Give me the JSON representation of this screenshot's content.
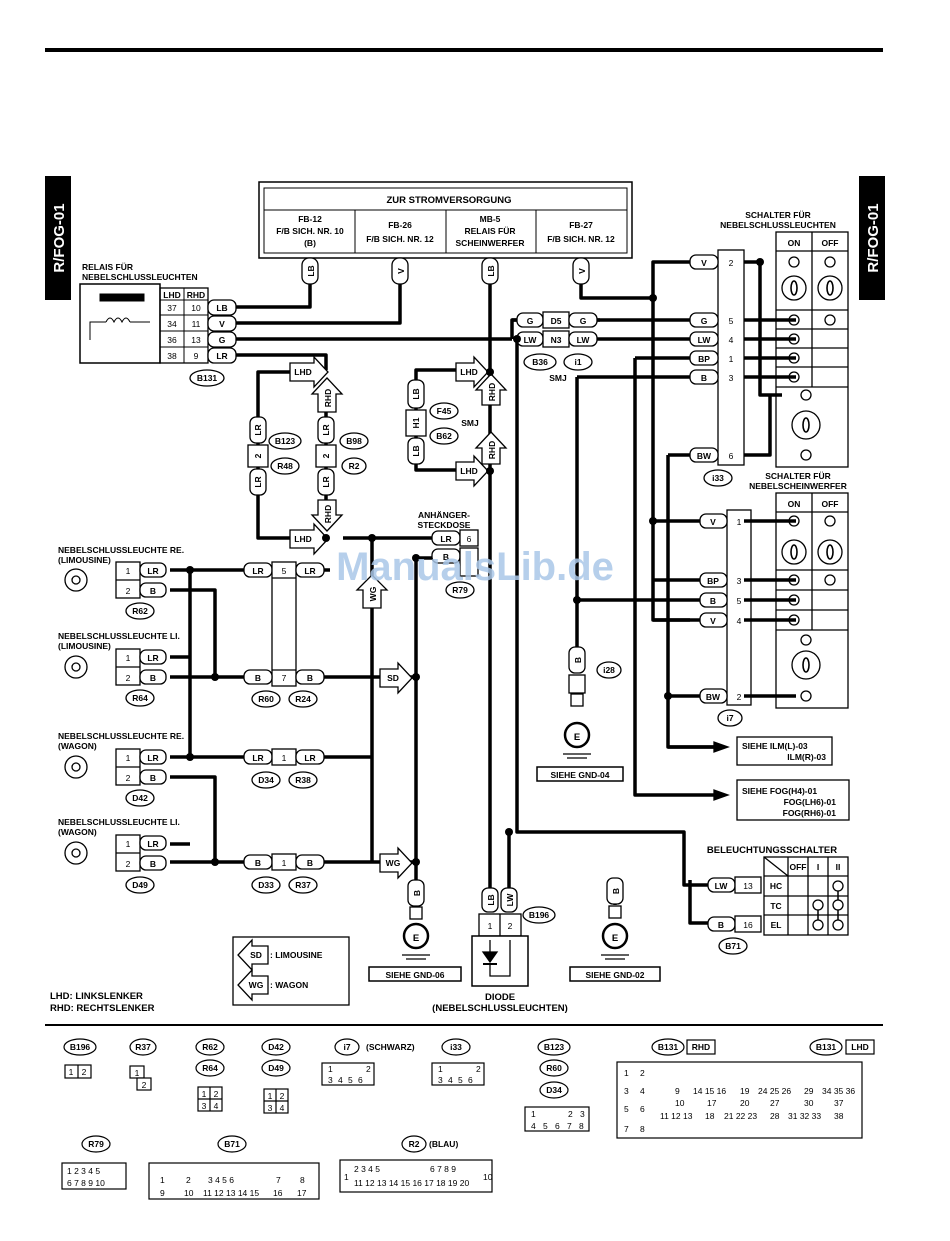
{
  "page_tab": "R/FOG-01",
  "watermark": "ManualsLib.de",
  "power_box": {
    "title": "ZUR STROMVERSORGUNG",
    "cells": [
      {
        "l1": "FB-12",
        "l2": "F/B SICH. NR. 10",
        "l3": "(B)",
        "wire": "LB"
      },
      {
        "l1": "FB-26",
        "l2": "F/B SICH. NR. 12",
        "l3": "",
        "wire": "V"
      },
      {
        "l1": "MB-5",
        "l2": "RELAIS FÜR",
        "l3": "SCHEINWERFER",
        "wire": "LB"
      },
      {
        "l1": "FB-27",
        "l2": "F/B SICH. NR. 12",
        "l3": "",
        "wire": "V"
      }
    ]
  },
  "relay": {
    "title1": "RELAIS FÜR",
    "title2": "NEBELSCHLUSSLEUCHTEN",
    "col_lhd": "LHD",
    "col_rhd": "RHD",
    "rows": [
      {
        "lhd": "37",
        "rhd": "10",
        "wire": "LB"
      },
      {
        "lhd": "34",
        "rhd": "11",
        "wire": "V"
      },
      {
        "lhd": "36",
        "rhd": "13",
        "wire": "G"
      },
      {
        "lhd": "38",
        "rhd": "9",
        "wire": "LR"
      }
    ],
    "connector": "B131"
  },
  "switch_rear": {
    "title1": "SCHALTER FÜR",
    "title2": "NEBELSCHLUSSLEUCHTEN",
    "on": "ON",
    "off": "OFF",
    "pins": [
      {
        "wire": "V",
        "pin": "2"
      },
      {
        "wire": "G",
        "pin": "5"
      },
      {
        "wire": "LW",
        "pin": "4"
      },
      {
        "wire": "BP",
        "pin": "1"
      },
      {
        "wire": "B",
        "pin": "3"
      },
      {
        "wire": "BW",
        "pin": "6"
      }
    ],
    "connector": "i33"
  },
  "switch_front": {
    "title1": "SCHALTER FÜR",
    "title2": "NEBELSCHEINWERFER",
    "on": "ON",
    "off": "OFF",
    "pins": [
      {
        "wire": "V",
        "pin": "1"
      },
      {
        "wire": "BP",
        "pin": "3"
      },
      {
        "wire": "B",
        "pin": "5"
      },
      {
        "wire": "V",
        "pin": "4"
      },
      {
        "wire": "BW",
        "pin": "2"
      }
    ],
    "connector": "i7"
  },
  "smj": {
    "top_left": "G",
    "top_mid": "D5",
    "top_right": "G",
    "bot_left": "LW",
    "bot_mid": "N3",
    "bot_right": "LW",
    "c1": "B36",
    "c2": "i1",
    "label": "SMJ"
  },
  "smj2": {
    "wire_top": "LB",
    "pin": "H1",
    "wire_bot": "LB",
    "c1": "F45",
    "c2": "B62",
    "label": "SMJ"
  },
  "b123": {
    "wire_top": "LR",
    "pin": "2",
    "wire_bot": "LR",
    "c1": "B123",
    "c2": "R48"
  },
  "b98": {
    "wire_top": "LR",
    "pin": "2",
    "wire_bot": "LR",
    "c1": "B98",
    "c2": "R2"
  },
  "lhd_rhd": {
    "lhd": "LHD",
    "rhd": "RHD"
  },
  "trailer": {
    "title1": "ANHÄNGER-",
    "title2": "STECKDOSE",
    "w1": "LR",
    "p1": "6",
    "w2": "B",
    "connector": "R79"
  },
  "lamps": [
    {
      "title1": "NEBELSCHLUSSLEUCHTE RE.",
      "title2": "(LIMOUSINE)",
      "p1": "1",
      "w1": "LR",
      "p2": "2",
      "w2": "B",
      "connector": "R62"
    },
    {
      "title1": "NEBELSCHLUSSLEUCHTE LI.",
      "title2": "(LIMOUSINE)",
      "p1": "1",
      "w1": "LR",
      "p2": "2",
      "w2": "B",
      "connector": "R64"
    },
    {
      "title1": "NEBELSCHLUSSLEUCHTE RE.",
      "title2": "(WAGON)",
      "p1": "1",
      "w1": "LR",
      "p2": "2",
      "w2": "B",
      "connector": "D42"
    },
    {
      "title1": "NEBELSCHLUSSLEUCHTE LI.",
      "title2": "(WAGON)",
      "p1": "1",
      "w1": "LR",
      "p2": "2",
      "w2": "B",
      "connector": "D49"
    }
  ],
  "mid_conn": {
    "r60_top": {
      "w1": "LR",
      "p": "5",
      "w2": "LR"
    },
    "r60_bot": {
      "w1": "B",
      "p": "7",
      "w2": "B"
    },
    "c1": "R60",
    "c2": "R24",
    "d34": {
      "w1": "LR",
      "p": "1",
      "w2": "LR",
      "c1": "D34",
      "c2": "R38"
    },
    "d33": {
      "w1": "B",
      "p": "1",
      "w2": "B",
      "c1": "D33",
      "c2": "R37"
    }
  },
  "arrows": {
    "sd": "SD",
    "wg": "WG"
  },
  "grounds": [
    {
      "wire": "B",
      "ref": "SIEHE GND-06"
    },
    {
      "wire": "B",
      "ref": "SIEHE GND-04",
      "connector": "i28"
    },
    {
      "wire": "B",
      "ref": "SIEHE GND-02"
    }
  ],
  "diode": {
    "w1": "LB",
    "w2": "LW",
    "p1": "1",
    "p2": "2",
    "connector": "B196",
    "title1": "DIODE",
    "title2": "(NEBELSCHLUSSLEUCHTEN)"
  },
  "refs": {
    "ilm1": "SIEHE ILM(L)-03",
    "ilm2": "ILM(R)-03",
    "fog1": "SIEHE FOG(H4)-01",
    "fog2": "FOG(LH6)-01",
    "fog3": "FOG(RH6)-01"
  },
  "light_switch": {
    "title": "BELEUCHTUNGSSCHALTER",
    "cols": [
      "OFF",
      "I",
      "II"
    ],
    "rows": [
      "HC",
      "TC",
      "EL"
    ],
    "w1": "LW",
    "p1": "13",
    "w2": "B",
    "p2": "16",
    "connector": "B71"
  },
  "legend": {
    "sd": "SD",
    "sd_text": ": LIMOUSINE",
    "wg": "WG",
    "wg_text": ": WAGON"
  },
  "abbr": {
    "lhd": "LHD: LINKSLENKER",
    "rhd": "RHD: RECHTSLENKER"
  },
  "connectors": {
    "b196": "B196",
    "r37": "R37",
    "r62": "R62",
    "r64": "R64",
    "d42": "D42",
    "d49": "D49",
    "i7": "i7",
    "i7_note": "(SCHWARZ)",
    "i33": "i33",
    "b123": "B123",
    "r60": "R60",
    "d34": "D34",
    "b131a": "B131",
    "b131a_note": "RHD",
    "b131b": "B131",
    "b131b_note": "LHD",
    "r79": "R79",
    "b71": "B71",
    "r2": "R2",
    "r2_note": "(BLAU)"
  }
}
